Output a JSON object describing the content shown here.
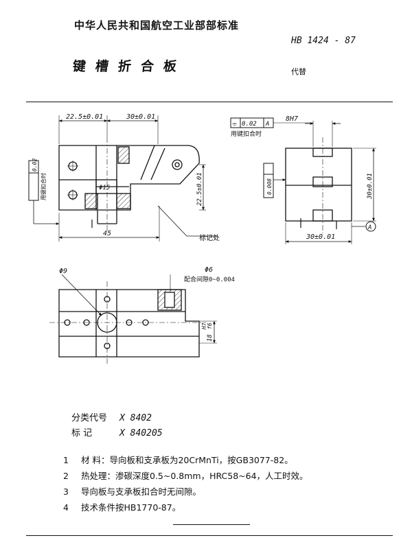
{
  "header": {
    "org": "中华人民共和国航空工业部部标准",
    "standard_no": "HB 1424 - 87",
    "title": "键槽折合板",
    "replaces": "代替"
  },
  "drawing": {
    "front_view": {
      "dim_left": "22.5±0.01",
      "dim_right": "30±0.01",
      "dim_bottom": "45",
      "dia_hole": "Φ15",
      "dim_vertical": "22.5±0.01",
      "flatness_value": "0.02",
      "flatness_note": "用键扣合时",
      "marking_note": "标记处"
    },
    "side_view": {
      "flatness_value": "0.02",
      "datum": "A",
      "flatness_note": "用键扣合时",
      "slot_fit": "8H7",
      "parallel_value": "0.008",
      "dim_right": "30±0.01",
      "dim_bottom": "30±0.01",
      "datum_circle": "A"
    },
    "top_view": {
      "dia_left": "Φ9",
      "dia_right": "Φ6",
      "fit_clearance": "配合间隙0~0.004",
      "fit_h": "H7",
      "fit_f": "f6",
      "dim_18": "18"
    }
  },
  "classification": {
    "code_label": "分类代号",
    "code_value": "X 8402",
    "mark_label": "标    记",
    "mark_value": "X 840205"
  },
  "notes": [
    {
      "num": "1",
      "text": "材  料：导向板和支承板为20CrMnTi，按GB3077-82。"
    },
    {
      "num": "2",
      "text": "热处理：渗碳深度0.5~0.8mm，HRC58~64，人工时效。"
    },
    {
      "num": "3",
      "text": "导向板与支承板扣合时无间隙。"
    },
    {
      "num": "4",
      "text": "技术条件按HB1770-87。"
    }
  ]
}
